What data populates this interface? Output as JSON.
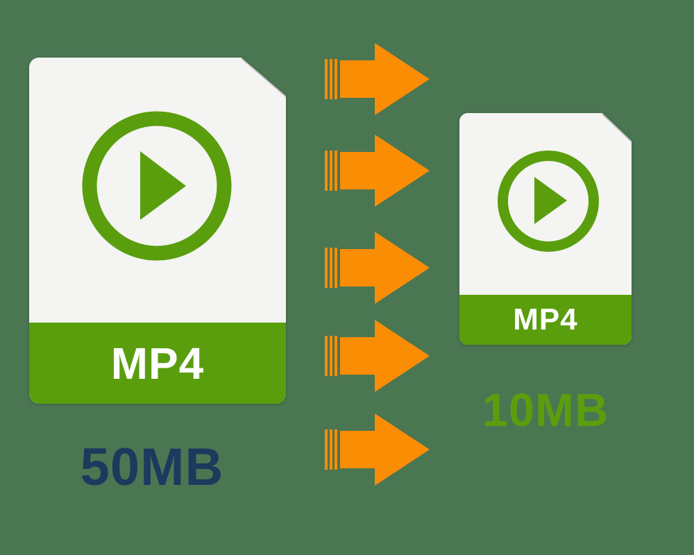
{
  "colors": {
    "background": "#4a7652",
    "green": "#5a9e0e",
    "page": "#f4f4f2",
    "orange": "#fb8d05",
    "navy": "#1c3a5e"
  },
  "source_file": {
    "format_label": "MP4",
    "size_label": "50MB"
  },
  "target_file": {
    "format_label": "MP4",
    "size_label": "10MB"
  },
  "arrows": {
    "count": 5,
    "direction": "right"
  }
}
